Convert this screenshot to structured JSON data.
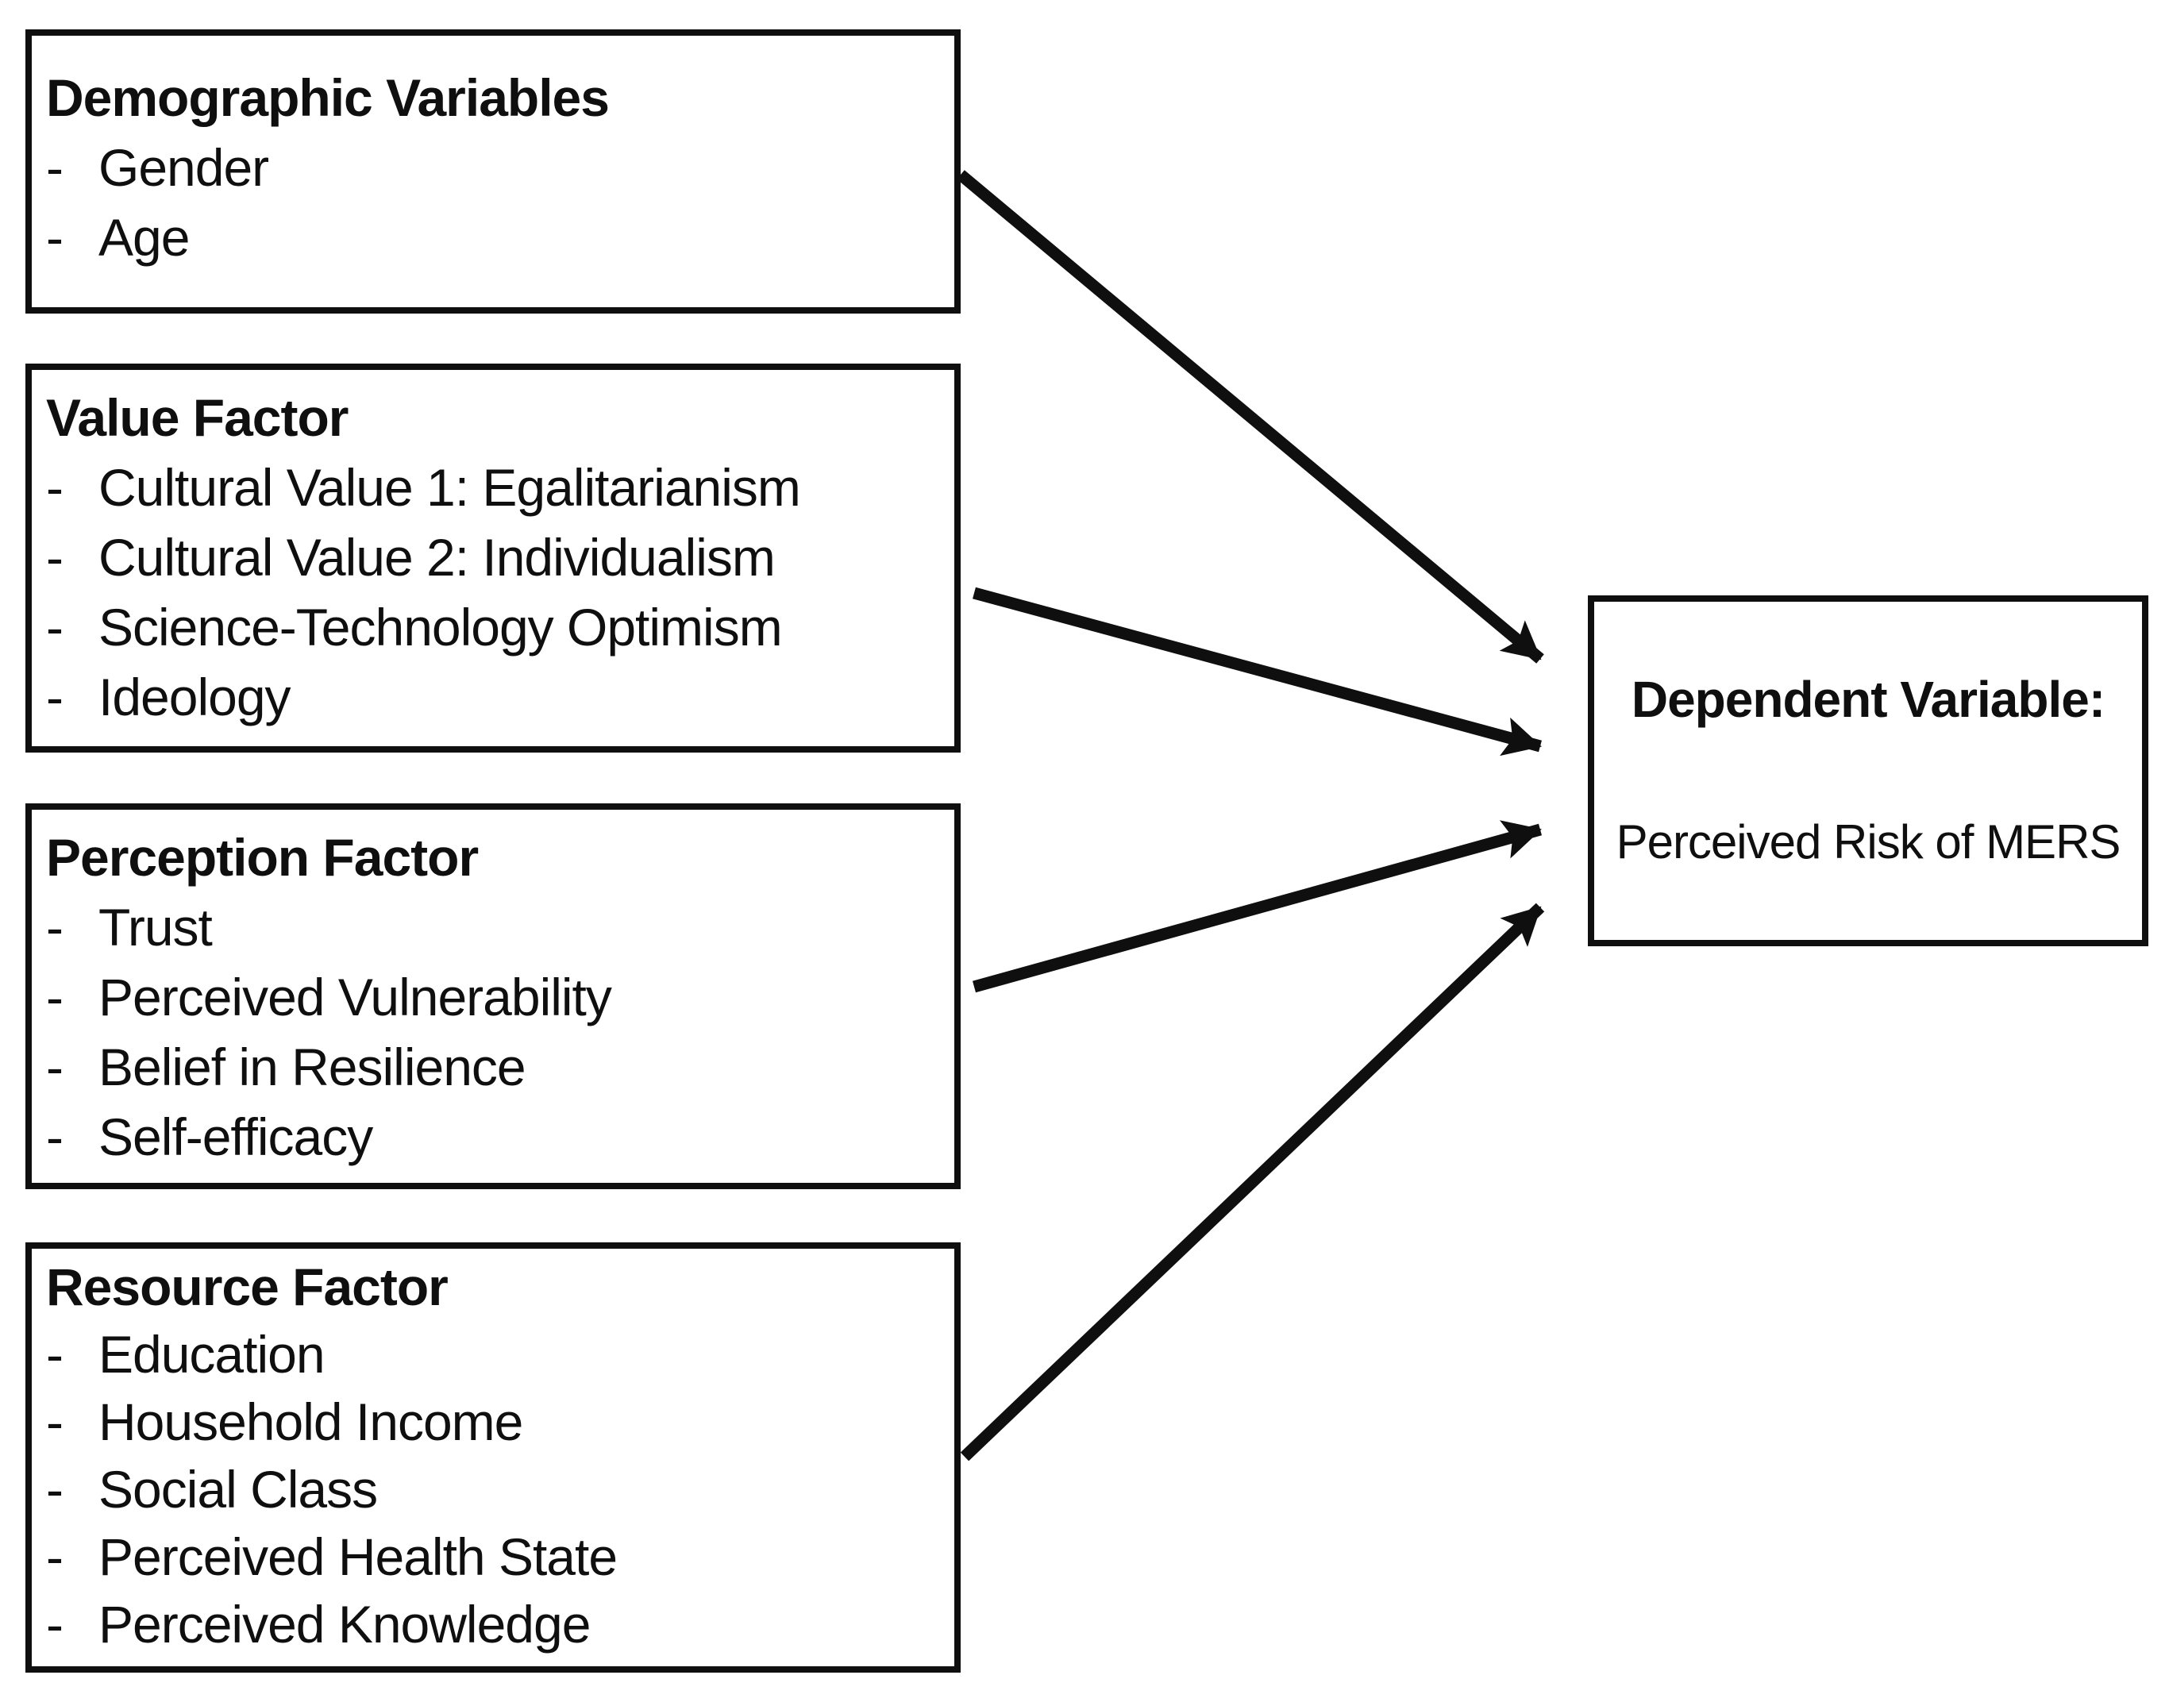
{
  "figure": {
    "type": "conceptual-framework-diagram",
    "background_color": "#ffffff",
    "ink_color": "#0f0f0f",
    "bullet": "-"
  },
  "factor_boxes": [
    {
      "title": "Demographic Variables",
      "items": [
        "Gender",
        "Age"
      ]
    },
    {
      "title": "Value Factor",
      "items": [
        "Cultural Value 1: Egalitarianism",
        "Cultural Value 2: Individualism",
        "Science-Technology Optimism",
        "Ideology"
      ]
    },
    {
      "title": "Perception Factor",
      "items": [
        "Trust",
        "Perceived Vulnerability",
        "Belief in Resilience",
        "Self-efficacy"
      ]
    },
    {
      "title": "Resource Factor",
      "items": [
        "Education",
        "Household Income",
        "Social Class",
        "Perceived Health State",
        "Perceived Knowledge"
      ]
    }
  ],
  "dependent_box": {
    "label": "Dependent Variable:",
    "value": "Perceived Risk of MERS"
  },
  "connections": [
    {
      "from": "Demographic Variables",
      "to": "Dependent Variable: Perceived Risk of MERS"
    },
    {
      "from": "Value Factor",
      "to": "Dependent Variable: Perceived Risk of MERS"
    },
    {
      "from": "Perception Factor",
      "to": "Dependent Variable: Perceived Risk of MERS"
    },
    {
      "from": "Resource Factor",
      "to": "Dependent Variable: Perceived Risk of MERS"
    }
  ]
}
